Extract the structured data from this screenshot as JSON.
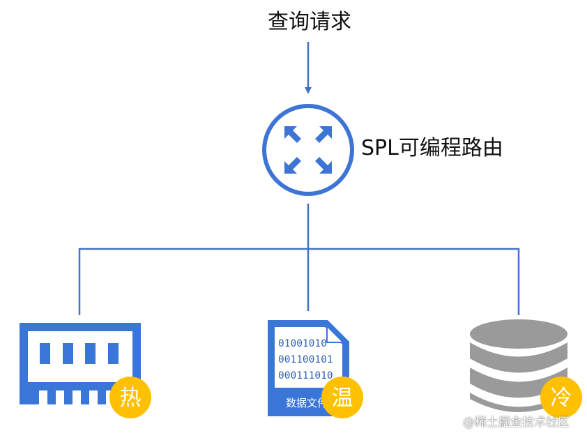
{
  "diagram": {
    "query_label": "查询请求",
    "router_label": "SPL可编程路由",
    "colors": {
      "line": "#4472c4",
      "icon_blue": "#3a75d8",
      "router_blue": "#3d74d6",
      "badge": "#ffc000",
      "badge_text": "#ffffff",
      "db_gray": "#9a9a9a"
    },
    "tiers": [
      {
        "name": "hot",
        "icon": "memory-icon",
        "badge": "热"
      },
      {
        "name": "warm",
        "icon": "data-file-icon",
        "badge": "温",
        "file_lines": [
          "01001010",
          "001100101",
          "000111010"
        ],
        "file_caption": "数据文件"
      },
      {
        "name": "cold",
        "icon": "database-icon",
        "badge": "冷"
      }
    ]
  },
  "watermark": "@稀土掘金技术社区"
}
